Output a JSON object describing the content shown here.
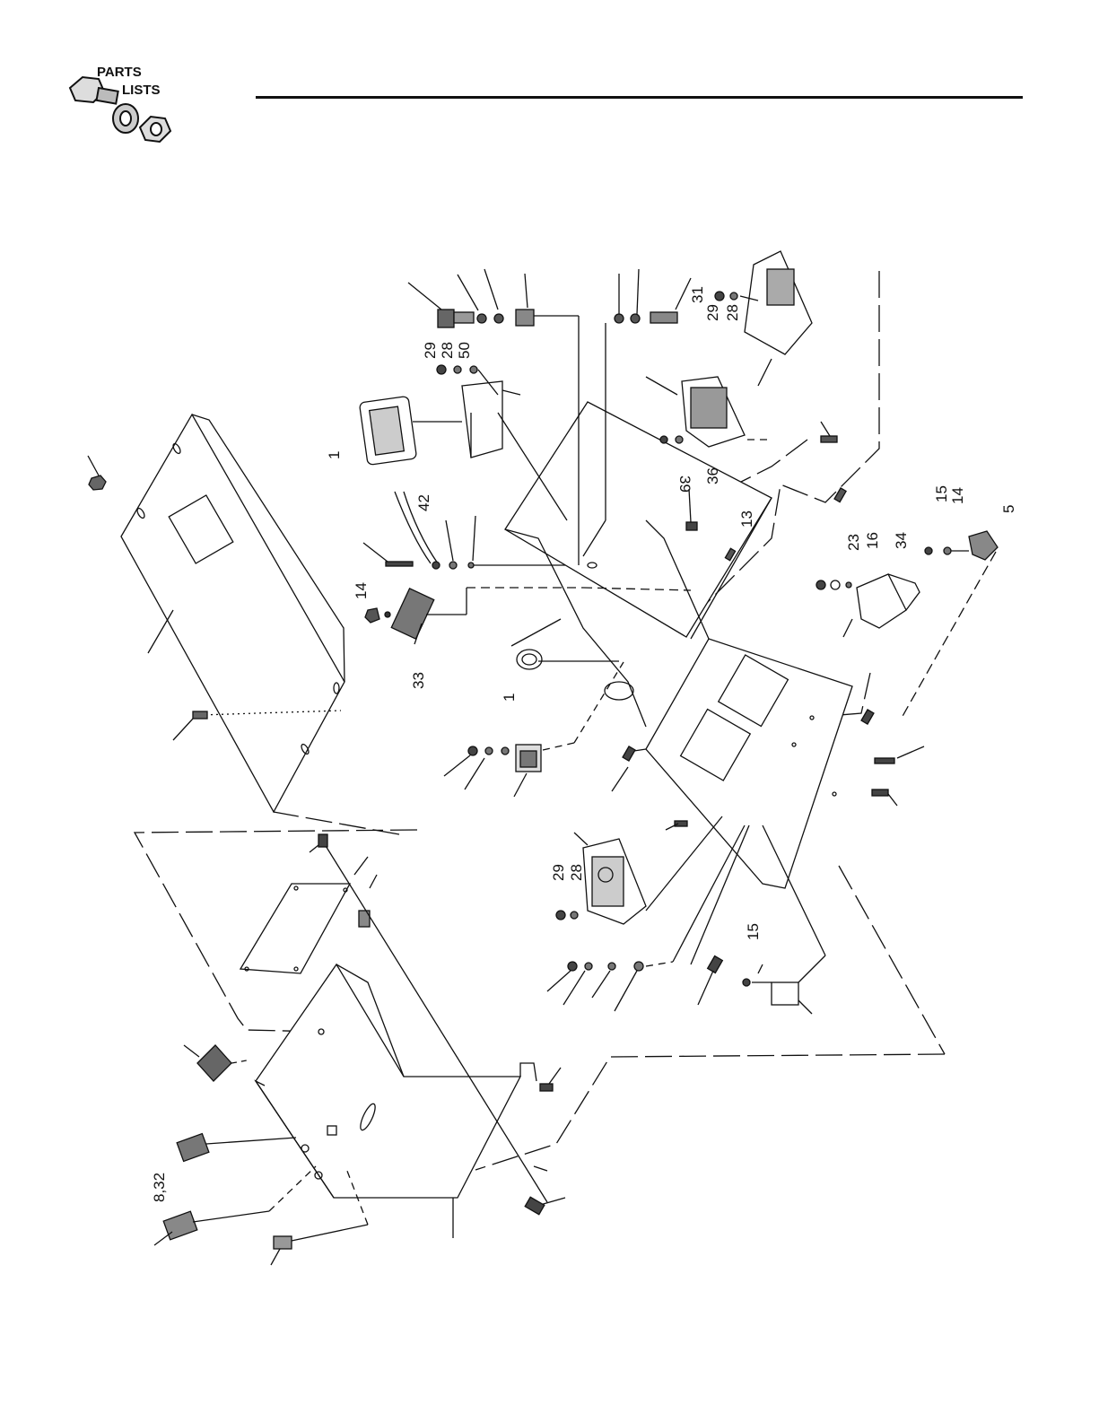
{
  "header": {
    "logo_word1": "PARTS",
    "logo_word2": "LISTS"
  },
  "labels": {
    "c01": "31",
    "c02": "29",
    "c03": "28",
    "c04": "29",
    "c05": "28",
    "c06": "50",
    "c07": "1",
    "c08": "42",
    "c09": "39",
    "c10": "36",
    "c11": "13",
    "c12": "14",
    "c13": "33",
    "c14": "1",
    "c15": "15",
    "c16": "14",
    "c17": "5",
    "c18": "23",
    "c19": "16",
    "c20": "34",
    "c21": "29",
    "c22": "28",
    "c23": "15",
    "c24": "8,32"
  },
  "colors": {
    "ink": "#111111",
    "paper": "#ffffff"
  }
}
